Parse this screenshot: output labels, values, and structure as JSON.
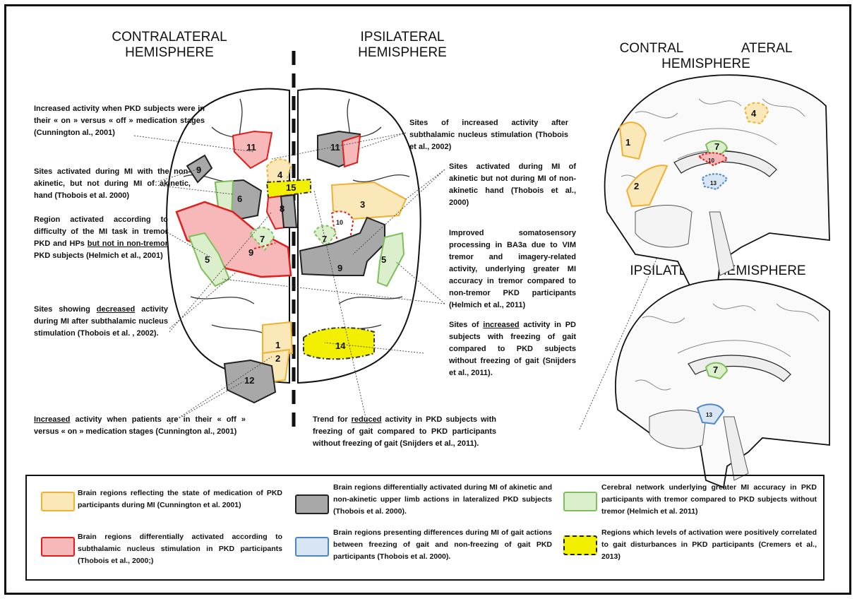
{
  "headers": {
    "contra_top": [
      "CONTRALATERAL",
      "HEMISPHERE"
    ],
    "ipsi_top": [
      "IPSILATERAL",
      "HEMISPHERE"
    ],
    "contra_right": [
      "CONTRAL ATERAL",
      "HEMISPHERE"
    ],
    "ipsi_right": "IPSILATERAL HEMISPHERE"
  },
  "annotations_left": {
    "a1": "Increased activity when PKD subjects were in their « on » versus « off » medication stages (Cunnington al., 2001)",
    "a2": "Sites activated during MI with the non-akinetic, but not during MI of akinetic, hand (Thobois et al. 2000)",
    "a3_pre": "Region activated according to difficulty of the MI task in tremor PKD and HPs ",
    "a3_u": "but not in non-tremor",
    "a3_post": " PKD subjects (Helmich et al., 2001)",
    "a4_pre": "Sites showing ",
    "a4_u": "decreased",
    "a4_post": " activity during MI after subthalamic nucleus stimulation (Thobois et al. , 2002).",
    "a5_u": "Increased",
    "a5_post": " activity when patients are in their « off » versus « on » medication stages (Cunnington al., 2001)"
  },
  "annotations_right": {
    "b1": "Sites of increased activity after subthalamic nucleus stimulation (Thobois et al., 2002)",
    "b2": "Sites activated during MI of akinetic but not during MI of non-akinetic hand (Thobois et al., 2000)",
    "b3": "Improved somatosensory processing in BA3a due to VIM tremor and imagery-related activity, underlying greater MI accuracy in tremor compared to non-tremor PKD participants (Helmich et al., 2011)",
    "b4_pre": "Sites of ",
    "b4_u": "increased",
    "b4_post": " activity in PD subjects with freezing of gait compared to PKD subjects without freezing of gait (Snijders et al., 2011).",
    "b5_pre": "Trend for ",
    "b5_u": "reduced",
    "b5_post": " activity in PKD subjects with freezing of gait compared to PKD participants without freezing of gait (Snijders et al., 2011)."
  },
  "region_labels": {
    "r1": "1",
    "r2": "2",
    "r3": "3",
    "r4": "4",
    "r5": "5",
    "r6": "6",
    "r7": "7",
    "r8": "8",
    "r9": "9",
    "r10": "10",
    "r11": "11",
    "r12": "12",
    "r13": "13",
    "r14": "14",
    "r15": "15"
  },
  "legend": {
    "yellow": "Brain regions reflecting the state of medication of PKD participants during MI (Cunnington et al. 2001)",
    "red": "Brain regions differentially activated according to subthalamic nucleus stimulation in PKD participants (Thobois et al., 2000;)",
    "gray": "Brain regions differentially activated during MI of akinetic and non-akinetic upper limb actions in lateralized PKD subjects (Thobois et al. 2000).",
    "blue": "Brain regions presenting differences during MI of gait actions between freezing of gait and non-freezing of gait PKD participants (Thobois et al. 2000).",
    "green": "Cerebral network underlying greater MI accuracy in PKD participants with tremor compared to PKD subjects without tremor (Helmich et al. 2011)",
    "dash_yellow": "Regions which levels of activation were positively correlated to gait disturbances in PKD participants (Cremers et al., 2013)"
  },
  "colors": {
    "yellow_stroke": "#f0b030",
    "yellow_fill": "#fbe8b8",
    "red_stroke": "#e01e1e",
    "red_fill": "#f6b8b8",
    "gray_stroke": "#222222",
    "gray_fill": "#a8a8a8",
    "green_stroke": "#7fbf5a",
    "green_fill": "#dcefcc",
    "blue_stroke": "#4a86c8",
    "blue_fill": "#d8e6f4",
    "bright_yellow": "#f2f000"
  }
}
